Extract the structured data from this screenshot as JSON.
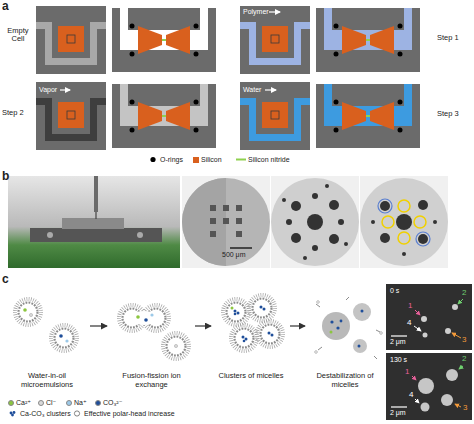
{
  "diagram": {
    "nodes": [
      {
        "text": [
          "Water-in-oil microemulsions"
        ]
      },
      {
        "text": [
          "Fusion-fission ion exchange"
        ]
      },
      {
        "text": [
          "Clusters of micelles"
        ]
      },
      {
        "text": [
          "Destabilization of micelles"
        ]
      }
    ],
    "edges": [
      {
        "from": 0,
        "to": 1,
        "arrow": "to"
      },
      {
        "from": 1,
        "to": 2,
        "arrow": "to"
      },
      {
        "from": 2,
        "to": 3,
        "arrow": "to"
      }
    ],
    "labels": [
      "a",
      "Empty Cell",
      "Step 1",
      "Polymer",
      "Step 2",
      "Vapor",
      "Step 3",
      "Water",
      "b",
      "500 μm",
      "c",
      "0 s",
      "1",
      "2",
      "3",
      "4",
      "2 μm",
      "130 s",
      "1",
      "2",
      "3",
      "4",
      "2 μm"
    ],
    "legend": [
      {
        "text": "O-rings"
      },
      {
        "text": "Silicon",
        "color": "#d9601e"
      },
      {
        "text": "Silicon nitride"
      },
      {
        "text": "Ca²⁺",
        "color": "#8cc63f"
      },
      {
        "text": "Cl⁻",
        "color": "#d9d9d9"
      },
      {
        "text": "Na⁺",
        "color": "#9cc9e8"
      },
      {
        "text": "CO₃²⁻",
        "color": "#1f4e9a"
      },
      {
        "text": "Ca-CO₃ clusters"
      },
      {
        "text": "Effective polar-head increase"
      }
    ]
  }
}
